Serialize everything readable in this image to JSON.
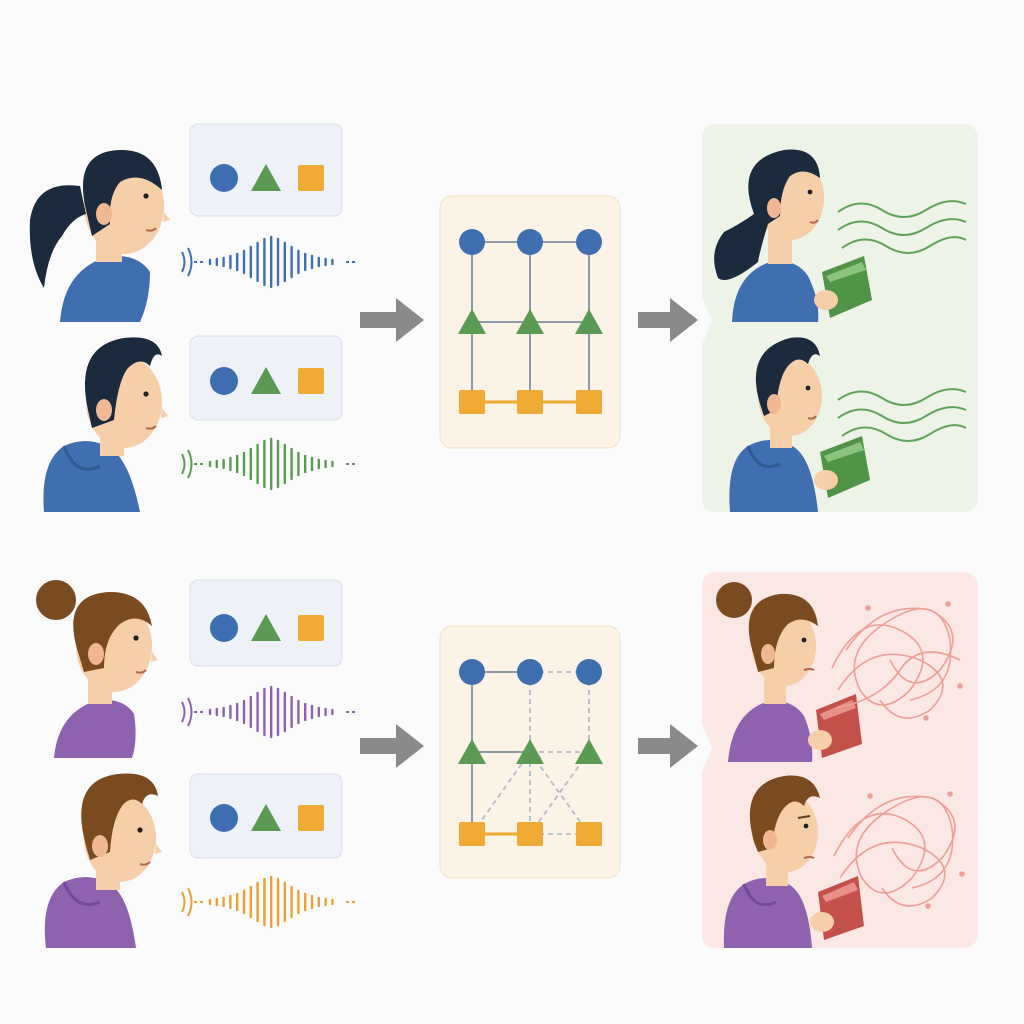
{
  "colors": {
    "background": "#fbfbfb",
    "blue": "#3f6fb0",
    "green": "#5a9a52",
    "amber": "#eeaa33",
    "purple": "#8f62b0",
    "orange": "#eca136",
    "red_lines": "#ef9f98",
    "skin": "#f6cea8",
    "card_bg": "#eef2f8",
    "graph_bg": "#fbf3e6",
    "success_panel": "#eef3e8",
    "failure_panel": "#fbe7e4",
    "arrow": "#8a8a8a"
  },
  "rows": [
    {
      "id": "top",
      "outcome": "aligned",
      "speakers": [
        {
          "id": "girl-ponytail",
          "hair": "#1c2a3e",
          "shirt": "#3f6fb0",
          "hoodie": false,
          "voice_color": "#3f6fb0",
          "symbols": [
            "blue-circle-icon",
            "green-triangle-icon",
            "amber-square-icon"
          ]
        },
        {
          "id": "boy-hoodie",
          "hair": "#1c2a3e",
          "shirt": "#3f6fb0",
          "hoodie": true,
          "voice_color": "#5a9a52",
          "symbols": [
            "blue-circle-icon",
            "green-triangle-icon",
            "amber-square-icon"
          ]
        }
      ],
      "graph": "connected",
      "readers": [
        {
          "id": "girl-reading",
          "hair": "#1c2a3e",
          "shirt": "#3f6fb0",
          "hoodie": false,
          "book": "#4f9447",
          "thought": "smooth-waves"
        },
        {
          "id": "boy-reading",
          "hair": "#1c2a3e",
          "shirt": "#3f6fb0",
          "hoodie": true,
          "book": "#4f9447",
          "thought": "smooth-waves"
        }
      ]
    },
    {
      "id": "bottom",
      "outcome": "tangled",
      "speakers": [
        {
          "id": "girl-bun",
          "hair": "#7a4a20",
          "shirt": "#8f62b0",
          "hoodie": false,
          "voice_color": "#8f62b0",
          "symbols": [
            "blue-circle-icon",
            "green-triangle-icon",
            "amber-square-icon"
          ]
        },
        {
          "id": "boy-purple-hoodie",
          "hair": "#7a4a20",
          "shirt": "#8f62b0",
          "hoodie": true,
          "voice_color": "#eca136",
          "symbols": [
            "blue-circle-icon",
            "green-triangle-icon",
            "amber-square-icon"
          ]
        }
      ],
      "graph": "broken",
      "readers": [
        {
          "id": "girl-bun-reading",
          "hair": "#7a4a20",
          "shirt": "#8f62b0",
          "hoodie": false,
          "book": "#c4504a",
          "thought": "tangled-lines"
        },
        {
          "id": "boy-reading-confused",
          "hair": "#7a4a20",
          "shirt": "#8f62b0",
          "hoodie": true,
          "book": "#c4504a",
          "thought": "tangled-lines"
        }
      ]
    }
  ]
}
